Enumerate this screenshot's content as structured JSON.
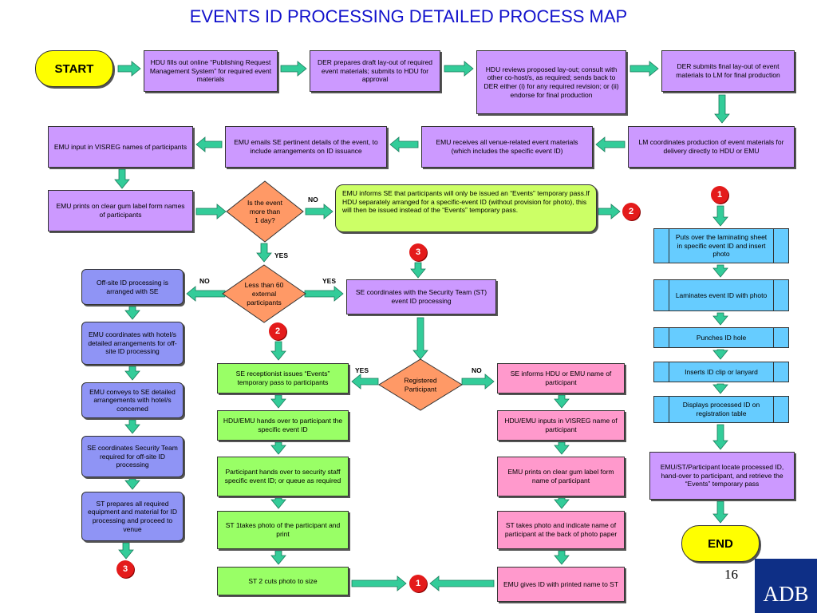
{
  "title": "EVENTS ID PROCESSING DETAILED PROCESS MAP",
  "page_number": "16",
  "logo_text": "ADB",
  "colors": {
    "title": "#1111cc",
    "process_purple": "#cc99ff",
    "process_green": "#99ff66",
    "process_pink": "#ff99cc",
    "process_blue": "#66ccff",
    "process_periwinkle": "#8f94f5",
    "note_green": "#ccff66",
    "decision": "#ff9966",
    "terminator": "#ffff00",
    "arrow": "#33cc99",
    "connector": "#e41b1b",
    "logo": "#0e2f86"
  },
  "terminators": {
    "start": "START",
    "end": "END"
  },
  "connectors": {
    "c1": "1",
    "c2": "2",
    "c3": "3"
  },
  "labels": {
    "yes": "YES",
    "no": "NO"
  },
  "decisions": {
    "more_than_one_day": [
      "Is the event",
      "more than",
      "1 day?"
    ],
    "less_than_60": [
      "Less than 60",
      "external",
      "participants"
    ],
    "registered": [
      "Registered",
      "Participant"
    ]
  },
  "row1": {
    "hdu_fills": "HDU fills out online “Publishing Request Management System” for required event materials",
    "der_prepares": "DER prepares draft lay-out of required event materials; submits to HDU for approval",
    "hdu_reviews": "HDU reviews proposed lay-out; consult with other co-host/s, as required; sends back to DER either (i) for any required revision; or (ii) endorse for final production",
    "der_submits": "DER submits final lay-out of event materials to LM for final production"
  },
  "row2": {
    "emu_input_visreg": "EMU input in VISREG names of participants",
    "emu_emails_se": "EMU emails SE pertinent details of the event, to include arrangements on ID issuance",
    "emu_receives": "EMU receives all venue-related event materials (which includes the specific event ID)",
    "lm_coordinates": "LM coordinates production of event materials for delivery directly to HDU or EMU"
  },
  "emu_prints_labels": "EMU prints on clear gum label form names of participants",
  "emu_informs_se": [
    "EMU informs SE that participants will only be issued an “Events” temporary pass.",
    "If HDU separately arranged for a specific-event ID (without provision for photo), this will then be issued instead of the “Events” temporary pass."
  ],
  "se_coordinates_st": "SE coordinates with the Security Team (ST) event ID processing",
  "offsite": {
    "processing": "Off-site ID processing is arranged with SE",
    "emu_coordinates_hotel": "EMU coordinates with hotel/s detailed arrangements for off-site ID processing",
    "emu_conveys": "EMU conveys to SE detailed arrangements with hotel/s concerned",
    "se_coordinates": "SE coordinates Security Team required for off-site ID processing",
    "st_prepares": "ST prepares all required equipment and material for ID processing and proceed to venue"
  },
  "registered_yes": {
    "se_receptionist": "SE receptionist issues “Events” temporary pass to participants",
    "hdu_emu_hands": "HDU/EMU hands over to participant the specific event ID",
    "participant_hands": "Participant hands over to security staff specific event ID; or queue as required",
    "st1_photo": "ST 1takes photo of the participant and print",
    "st2_cuts": "ST 2 cuts photo to size"
  },
  "registered_no": {
    "se_informs": "SE informs HDU or EMU name of participant",
    "hdu_emu_inputs": "HDU/EMU inputs in VISREG name of participant",
    "emu_prints_label": "EMU prints on clear gum label form name of participant",
    "st_takes_photo": "ST takes photo and indicate name of participant at the back of photo paper",
    "emu_gives_id": "EMU gives ID with printed name to ST"
  },
  "right_column": {
    "puts_over": "Puts over the laminating sheet in specific event ID and insert photo",
    "laminates": "Laminates event ID with photo",
    "punches": "Punches ID hole",
    "inserts": "Inserts ID clip or lanyard",
    "displays": "Displays processed ID on registration table",
    "locate": "EMU/ST/Participant locate processed ID, hand-over to participant, and retrieve the “Events” temporary pass"
  }
}
